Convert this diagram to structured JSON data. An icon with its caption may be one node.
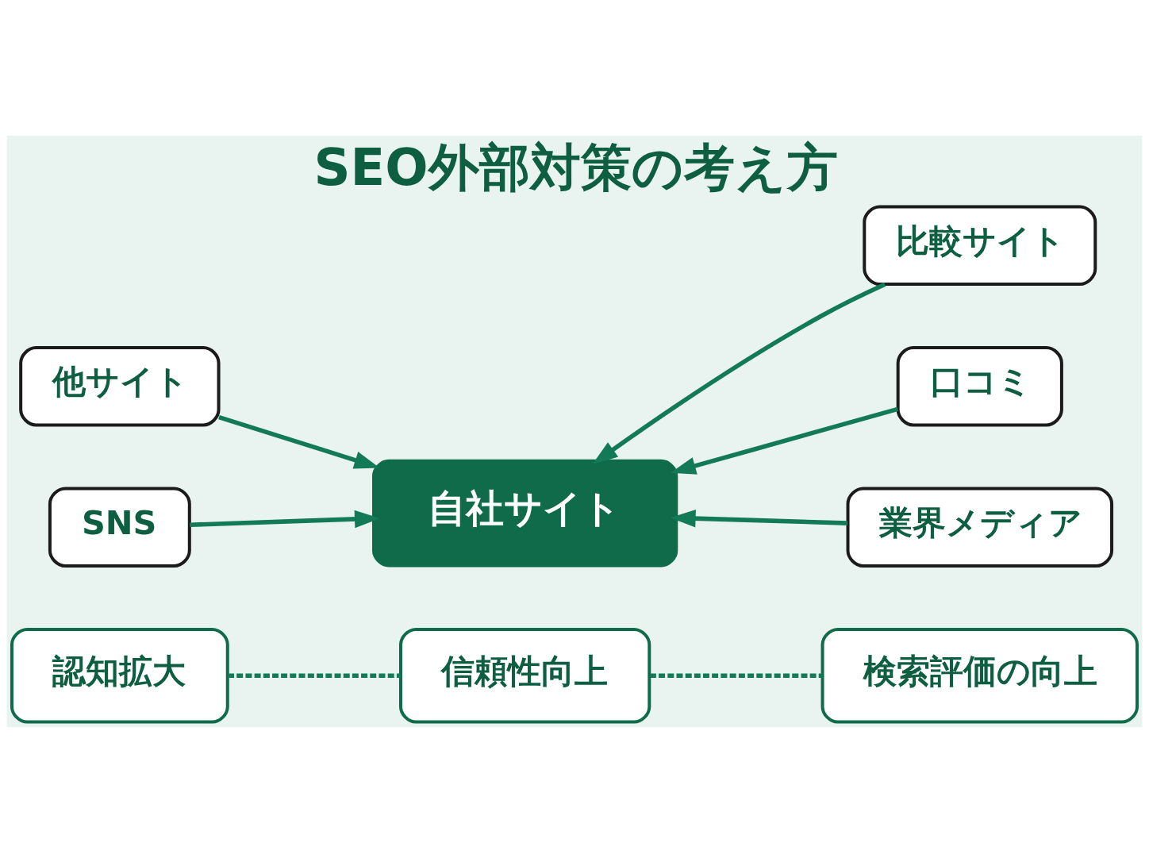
{
  "diagram": {
    "title": "SEO外部対策の考え方",
    "nodes": [
      {
        "text": [
          "他サイト"
        ]
      },
      {
        "text": [
          "比較サイト"
        ]
      },
      {
        "text": [
          "自社サイト"
        ]
      },
      {
        "text": [
          "SNS"
        ]
      },
      {
        "text": [
          "口コミ"
        ]
      },
      {
        "text": [
          "業界メディア"
        ]
      },
      {
        "text": [
          "認知拡大"
        ]
      },
      {
        "text": [
          "信頼性向上"
        ]
      },
      {
        "text": [
          "検索評価の向上"
        ]
      }
    ],
    "edges": [
      {
        "from": 0,
        "to": 2,
        "arrow": "to"
      },
      {
        "from": 1,
        "to": 2,
        "arrow": "to"
      },
      {
        "from": 3,
        "to": 2,
        "arrow": "to"
      },
      {
        "from": 4,
        "to": 2,
        "arrow": "to"
      },
      {
        "from": 5,
        "to": 2,
        "arrow": "to"
      },
      {
        "from": 6,
        "to": 7,
        "arrow": "none",
        "style": "dashed"
      },
      {
        "from": 7,
        "to": 8,
        "arrow": "none",
        "style": "dashed"
      }
    ]
  }
}
